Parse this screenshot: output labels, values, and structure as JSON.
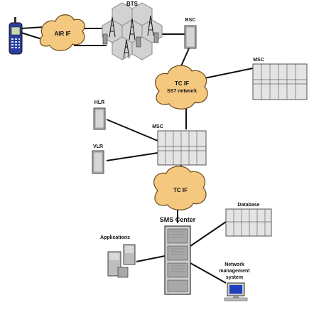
{
  "labels": {
    "bts": "BTS",
    "bsc": "BSC",
    "msc_top": "MSC",
    "hlr": "HLR",
    "msc_mid": "MSC",
    "vlr": "VLR",
    "sms_center": "SMS Center",
    "database": "Database",
    "applications": "Applications",
    "nms_line1": "Network",
    "nms_line2": "management",
    "nms_line3": "system"
  },
  "clouds": {
    "air_if": "AIR IF",
    "tc_ss7_line1": "TC IF",
    "tc_ss7_line2": "SS7 network",
    "tc_if": "TC IF"
  },
  "colors": {
    "cloud_fill": "#f5c880",
    "cloud_stroke": "#6b4a1a",
    "equipment_fill": "#e4e4e4",
    "equipment_stroke": "#555555",
    "hex_fill": "#d2d2d2",
    "phone_body": "#2a3fa0",
    "link": "#111111"
  },
  "icons": [
    "mobile-phone-icon",
    "bts-tower-icon",
    "bsc-cabinet-icon",
    "msc-rack-icon",
    "hlr-cabinet-icon",
    "vlr-cabinet-icon",
    "server-rack-icon",
    "application-server-icon",
    "database-rack-icon",
    "workstation-icon"
  ]
}
